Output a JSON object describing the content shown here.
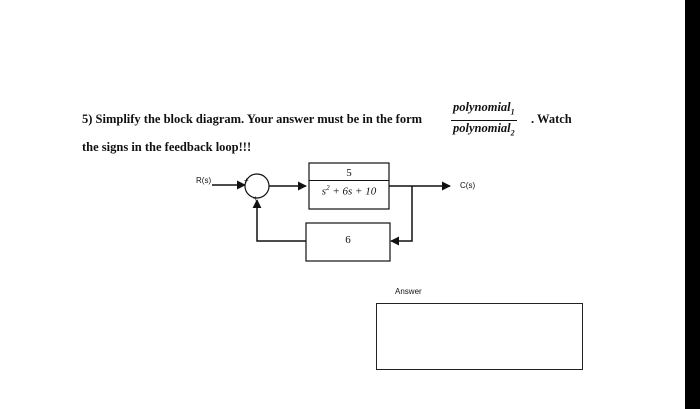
{
  "problem": {
    "line1": "5) Simplify the block diagram. Your answer must be in the form",
    "numerator": "polynomial",
    "numerator_sub": "1",
    "denominator": "polynomial",
    "denominator_sub": "2",
    "after_fraction": ". Watch",
    "line2": "the signs in the feedback loop!!!"
  },
  "diagram": {
    "input_label": "R(s)",
    "output_label": "C(s)",
    "plus_top": "+",
    "plus_bottom": "+",
    "forward_gain": {
      "numerator": "5",
      "s_var": "s",
      "s_power": "2",
      "rest": " + 6s + 10"
    },
    "feedback_gain": "6"
  },
  "answer": {
    "label": "Answer",
    "value": ""
  }
}
